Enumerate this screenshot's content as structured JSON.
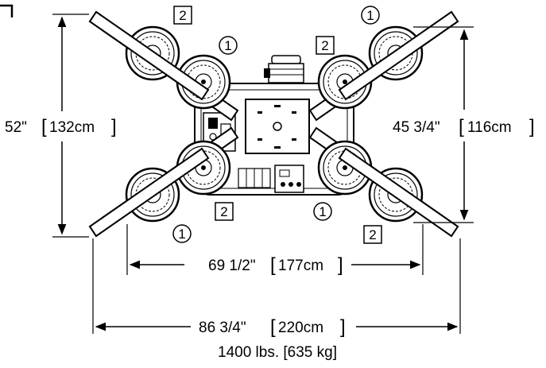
{
  "dimensions": {
    "height_outer": "52\"",
    "height_outer_metric": "132cm",
    "height_inner": "45 3/4\"",
    "height_inner_metric": "116cm",
    "width_inner": "69 1/2\"",
    "width_inner_metric": "177cm",
    "width_outer": "86 3/4\"",
    "width_outer_metric": "220cm"
  },
  "weight": "1400 lbs. [635 kg]",
  "callouts": {
    "circle_label": "1",
    "box_label": "2"
  },
  "colors": {
    "line": "#000000",
    "pad_fill": "#ffffff",
    "frame_fill": "#ffffff"
  }
}
